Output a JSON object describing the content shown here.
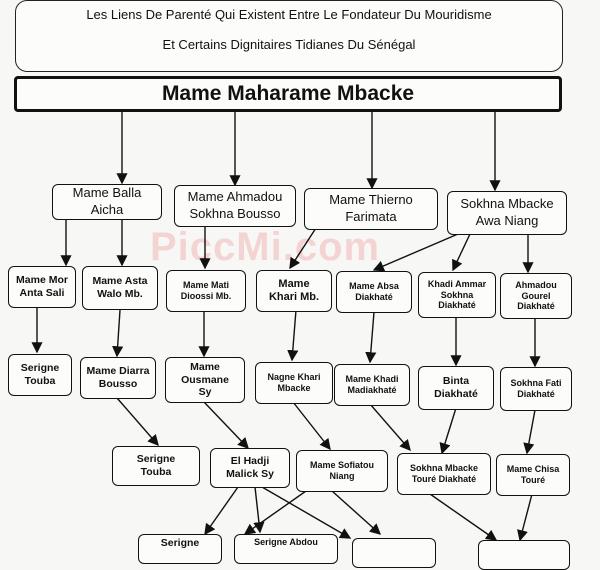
{
  "header": {
    "line1": "Les Liens De Parenté Qui Existent Entre Le Fondateur Du Mouridisme",
    "line2": "Et Certains Dignitaires Tidianes Du Sénégal"
  },
  "root": "Mame Maharame Mbacke",
  "watermark": "PiccMi.com",
  "nodes": [
    {
      "id": "balla",
      "label": "Mame Balla\nAicha"
    },
    {
      "id": "ahmadou",
      "label": "Mame Ahmadou\nSokhna Bousso"
    },
    {
      "id": "thierno",
      "label": "Mame Thierno\nFarimata"
    },
    {
      "id": "sokhna-awa",
      "label": "Sokhna Mbacke\nAwa Niang"
    },
    {
      "id": "mor",
      "label": "Mame Mor\nAnta Sali"
    },
    {
      "id": "asta",
      "label": "Mame Asta\nWalo Mb."
    },
    {
      "id": "mati",
      "label": "Mame Mati\nDioossi Mb."
    },
    {
      "id": "khari",
      "label": "Mame\nKhari Mb."
    },
    {
      "id": "absa",
      "label": "Mame Absa\nDiakhaté"
    },
    {
      "id": "khadi-ammar",
      "label": "Khadi Ammar\nSokhna\nDiakhaté"
    },
    {
      "id": "ahmadou-gourel",
      "label": "Ahmadou\nGourel\nDiakhaté"
    },
    {
      "id": "serigne-touba-1",
      "label": "Serigne\nTouba"
    },
    {
      "id": "diarra",
      "label": "Mame Diarra\nBousso"
    },
    {
      "id": "ousmane",
      "label": "Mame\nOusmane\nSy"
    },
    {
      "id": "nagne",
      "label": "Nagne Khari\nMbacke"
    },
    {
      "id": "khadi-madiakhate",
      "label": "Mame Khadi\nMadiakhaté"
    },
    {
      "id": "binta",
      "label": "Binta\nDiakhaté"
    },
    {
      "id": "fati",
      "label": "Sokhna Fati\nDiakhaté"
    },
    {
      "id": "serigne-touba-2",
      "label": "Serigne\nTouba"
    },
    {
      "id": "el-hadji",
      "label": "El Hadji\nMalick Sy"
    },
    {
      "id": "sofiatou",
      "label": "Mame Sofiatou\nNiang"
    },
    {
      "id": "sokhna-toure",
      "label": "Sokhna Mbacke\nTouré Diakhaté"
    },
    {
      "id": "chisa",
      "label": "Mame Chisa\nTouré"
    },
    {
      "id": "serigne-bottom",
      "label": "Serigne"
    },
    {
      "id": "serigne-abdou",
      "label": "Serigne Abdou"
    }
  ]
}
